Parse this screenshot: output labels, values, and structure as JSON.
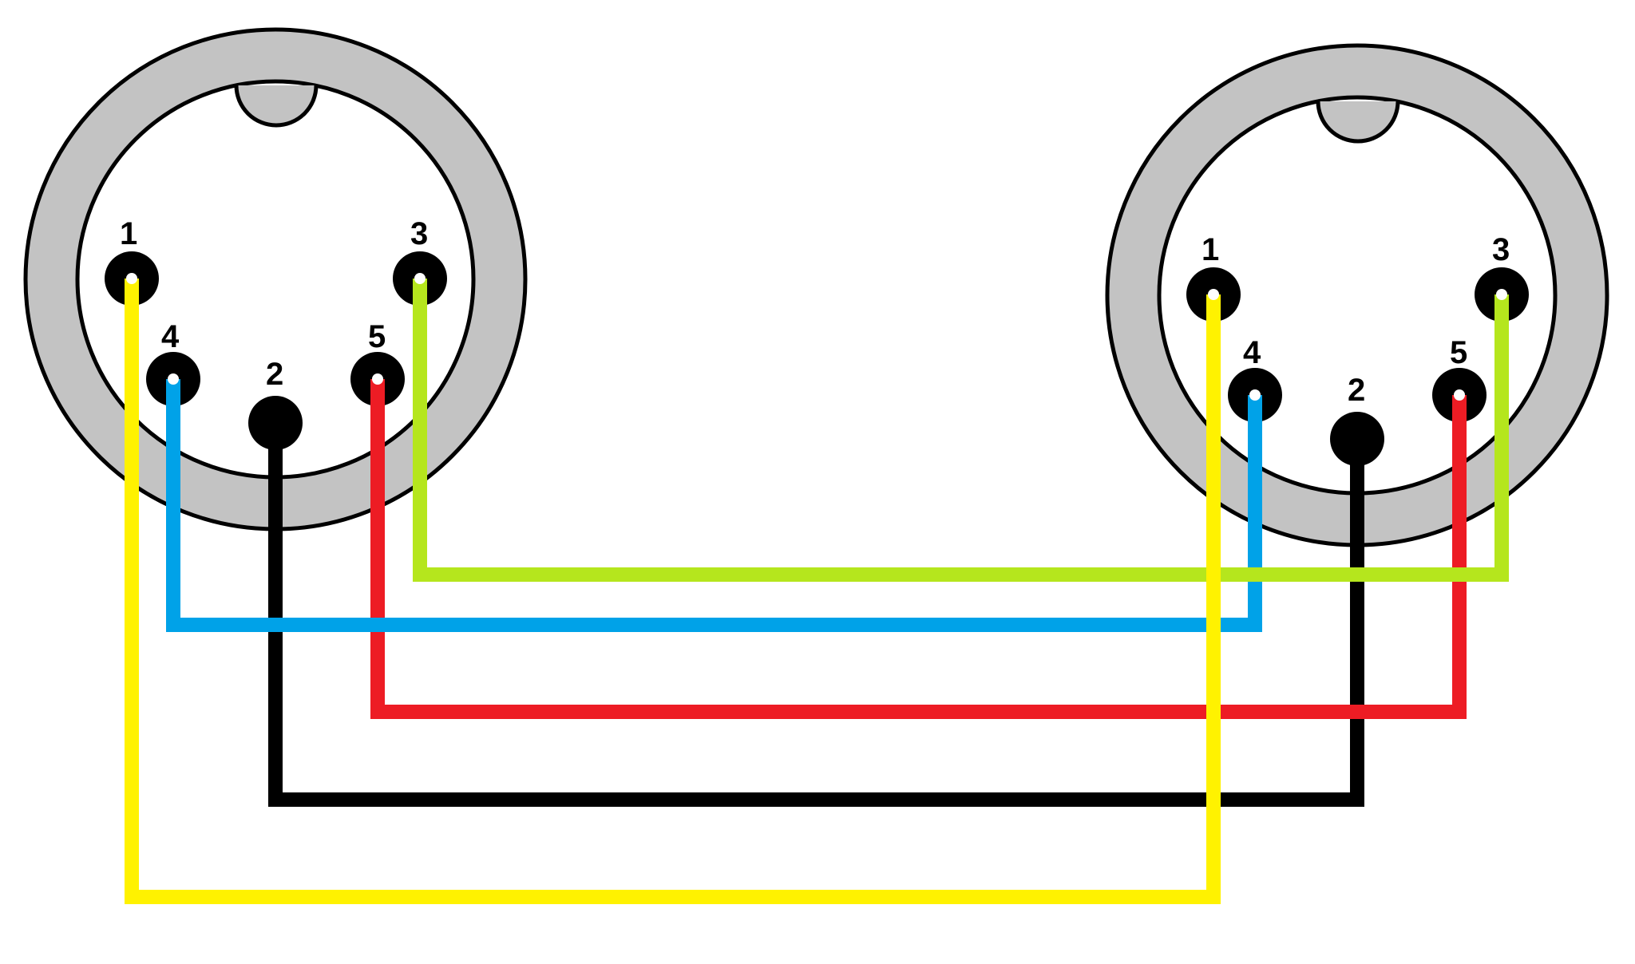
{
  "connectors": [
    {
      "pins": [
        {
          "id": "1",
          "label": "1"
        },
        {
          "id": "2",
          "label": "2"
        },
        {
          "id": "3",
          "label": "3"
        },
        {
          "id": "4",
          "label": "4"
        },
        {
          "id": "5",
          "label": "5"
        }
      ]
    },
    {
      "pins": [
        {
          "id": "1",
          "label": "1"
        },
        {
          "id": "2",
          "label": "2"
        },
        {
          "id": "3",
          "label": "3"
        },
        {
          "id": "4",
          "label": "4"
        },
        {
          "id": "5",
          "label": "5"
        }
      ]
    }
  ],
  "connections": [
    {
      "from_pin": "1",
      "to_pin": "1",
      "color": "#fff200"
    },
    {
      "from_pin": "2",
      "to_pin": "2",
      "color": "#000000"
    },
    {
      "from_pin": "3",
      "to_pin": "3",
      "color": "#b5e61d"
    },
    {
      "from_pin": "4",
      "to_pin": "4",
      "color": "#00a2e8"
    },
    {
      "from_pin": "5",
      "to_pin": "5",
      "color": "#ed1c24"
    }
  ],
  "colors": {
    "connector_body": "#c3c3c3",
    "connector_face": "#ffffff",
    "pin": "#000000",
    "background": "#ffffff"
  }
}
